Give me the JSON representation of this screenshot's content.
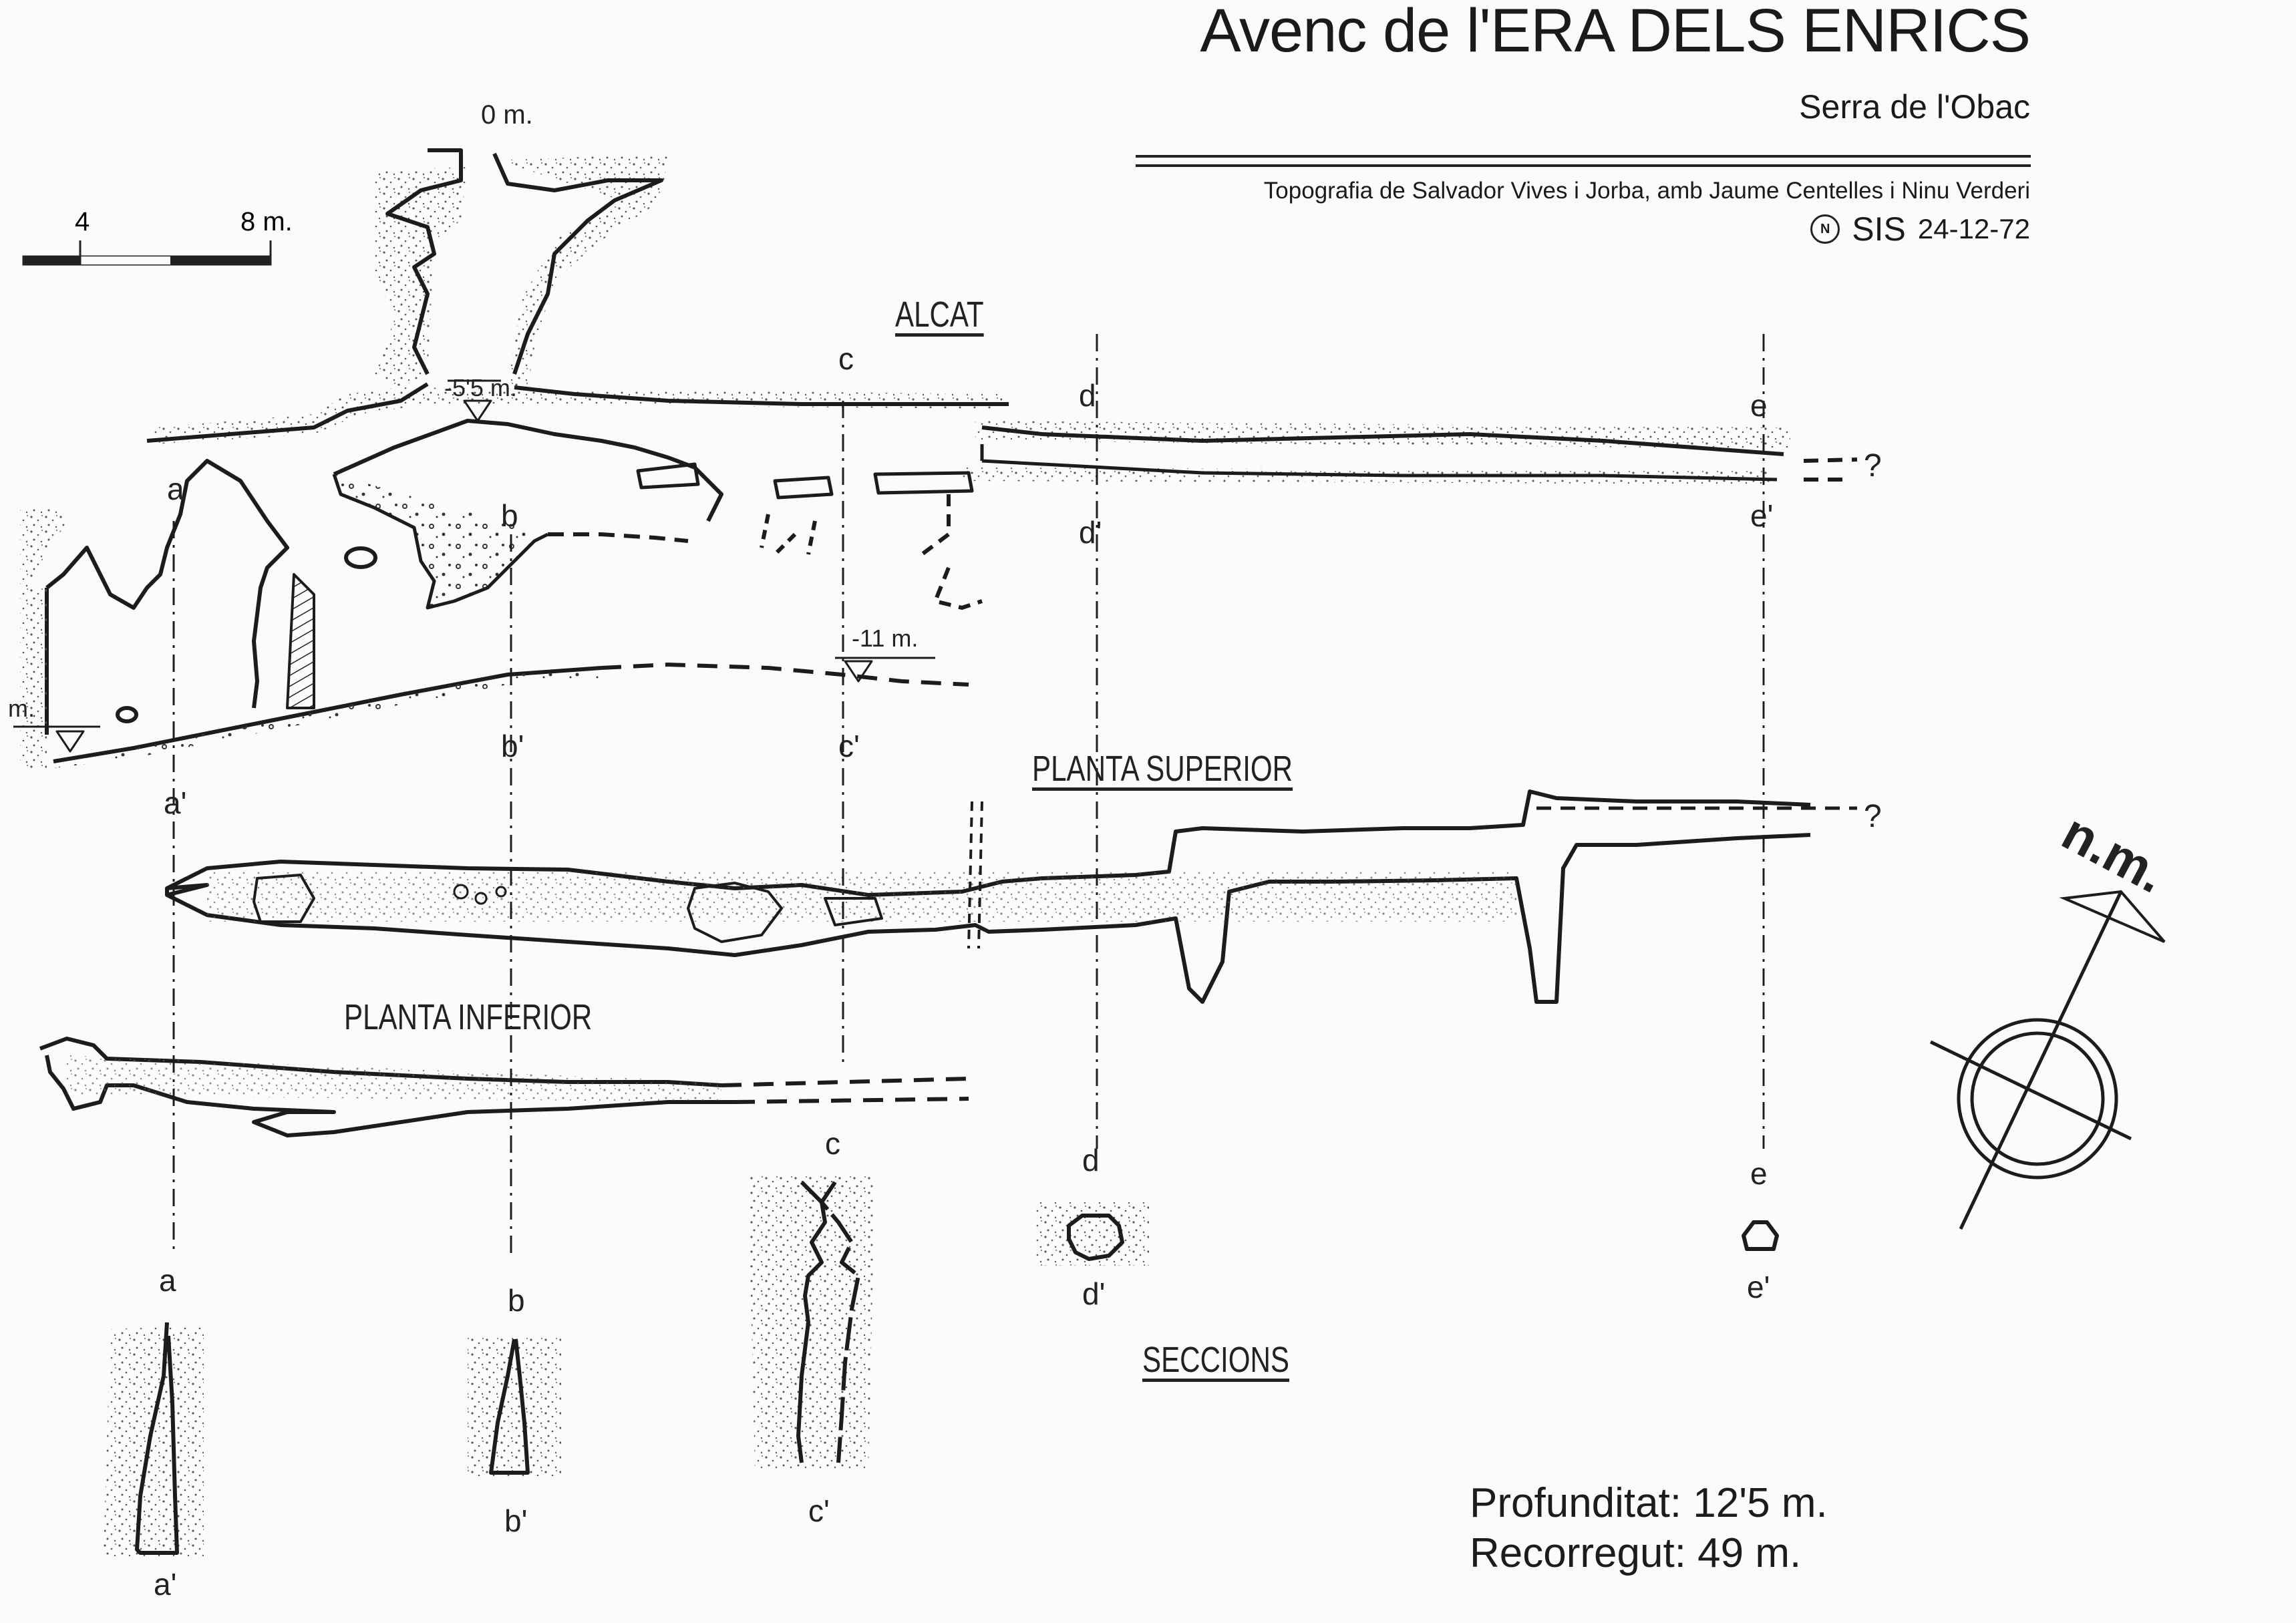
{
  "header": {
    "title": "Avenc de l'ERA DELS ENRICS",
    "region": "Serra de l'Obac",
    "credits": "Topografia de Salvador Vives i Jorba, amb Jaume Centelles i Ninu Verderi",
    "org": "SIS",
    "org_mark": "N",
    "date": "24-12-72"
  },
  "scale_bar": {
    "labels": [
      "4",
      "8 m."
    ]
  },
  "views": {
    "elevation": "ALCAT",
    "upper_plan": "PLANTA SUPERIOR",
    "lower_plan": "PLANTA INFERIOR",
    "sections": "SECCIONS"
  },
  "depth_marks": {
    "entrance": "0 m.",
    "ledge": "-5'5 m.",
    "floor": "-11 m.",
    "left_edge": "m."
  },
  "continuation_mark": "?",
  "section_lines": [
    {
      "top": "a",
      "bottom": "a'"
    },
    {
      "top": "b",
      "bottom": "b'"
    },
    {
      "top": "c",
      "bottom": "c'"
    },
    {
      "top": "d",
      "bottom": "d'"
    },
    {
      "top": "e",
      "bottom": "e'"
    }
  ],
  "north_arrow": {
    "label": "n.m."
  },
  "stats": {
    "depth": "Profunditat: 12'5 m.",
    "length": "Recorregut: 49 m."
  },
  "colors": {
    "ink": "#1c1c1c",
    "paper": "#fbfbf9",
    "stipple": "#555555"
  }
}
